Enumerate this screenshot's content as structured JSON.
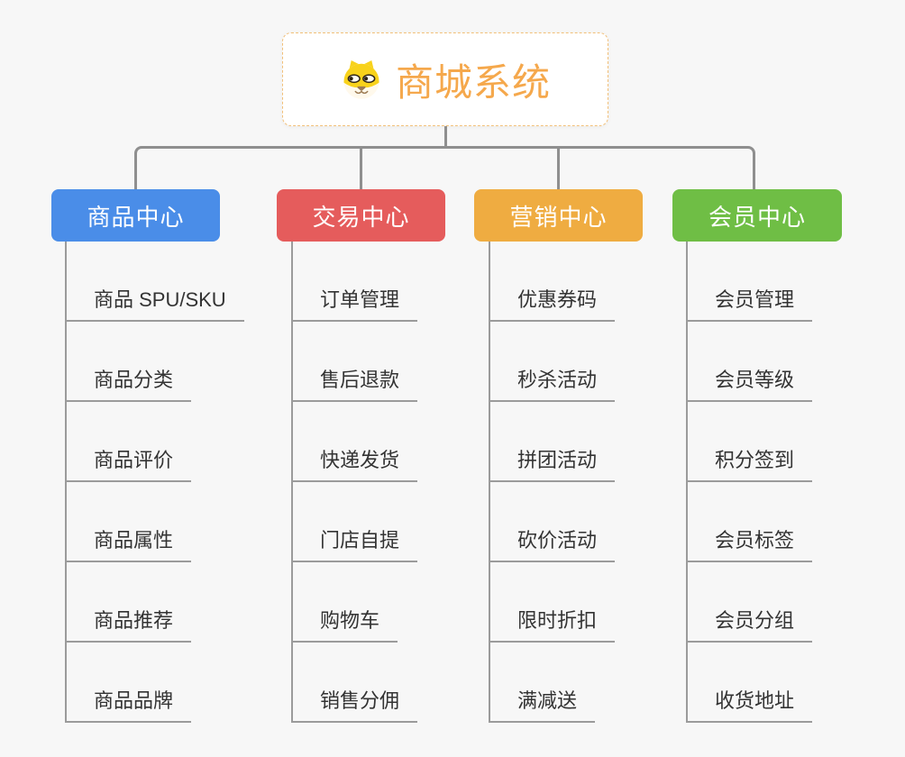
{
  "root": {
    "title": "商城系统",
    "icon": "shiba-dog-icon",
    "text_color": "#F5A84C",
    "border_color": "#F2C079"
  },
  "connector_color": "#8F8F8F",
  "child_line_color": "#9B9B9B",
  "background_color": "#F7F7F7",
  "branches": [
    {
      "label": "商品中心",
      "color": "#4A8DE8",
      "children": [
        "商品 SPU/SKU",
        "商品分类",
        "商品评价",
        "商品属性",
        "商品推荐",
        "商品品牌"
      ]
    },
    {
      "label": "交易中心",
      "color": "#E55C5C",
      "children": [
        "订单管理",
        "售后退款",
        "快递发货",
        "门店自提",
        "购物车",
        "销售分佣"
      ]
    },
    {
      "label": "营销中心",
      "color": "#EFAC41",
      "children": [
        "优惠券码",
        "秒杀活动",
        "拼团活动",
        "砍价活动",
        "限时折扣",
        "满减送"
      ]
    },
    {
      "label": "会员中心",
      "color": "#6FBE45",
      "children": [
        "会员管理",
        "会员等级",
        "积分签到",
        "会员标签",
        "会员分组",
        "收货地址"
      ]
    }
  ]
}
